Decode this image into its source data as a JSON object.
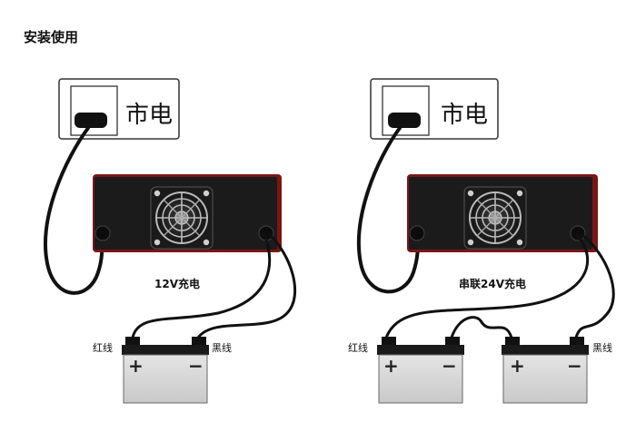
{
  "header": {
    "title": "安装使用"
  },
  "diagrams": [
    {
      "mains_label": "市电",
      "caption": "12V充电",
      "red_wire_label": "红线",
      "black_wire_label": "黑线",
      "batteries": [
        {
          "plus": "+",
          "minus": "−"
        }
      ]
    },
    {
      "mains_label": "市电",
      "caption": "串联24V充电",
      "red_wire_label": "红线",
      "black_wire_label": "黑线",
      "batteries": [
        {
          "plus": "+",
          "minus": "−"
        },
        {
          "plus": "+",
          "minus": "−"
        }
      ]
    }
  ]
}
